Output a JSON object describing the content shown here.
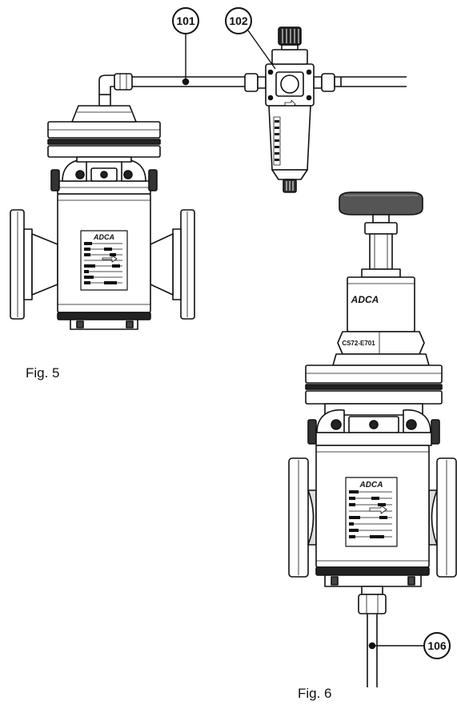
{
  "figures": {
    "fig5": {
      "caption": "Fig. 5"
    },
    "fig6": {
      "caption": "Fig. 6"
    }
  },
  "callouts": [
    {
      "id": "101"
    },
    {
      "id": "102"
    },
    {
      "id": "106"
    }
  ],
  "labels": {
    "brand": "ADCA",
    "model": "CS72-E701"
  },
  "colors": {
    "line": "#111111",
    "fill": "#ffffff",
    "shade": "#d9d9d9"
  }
}
